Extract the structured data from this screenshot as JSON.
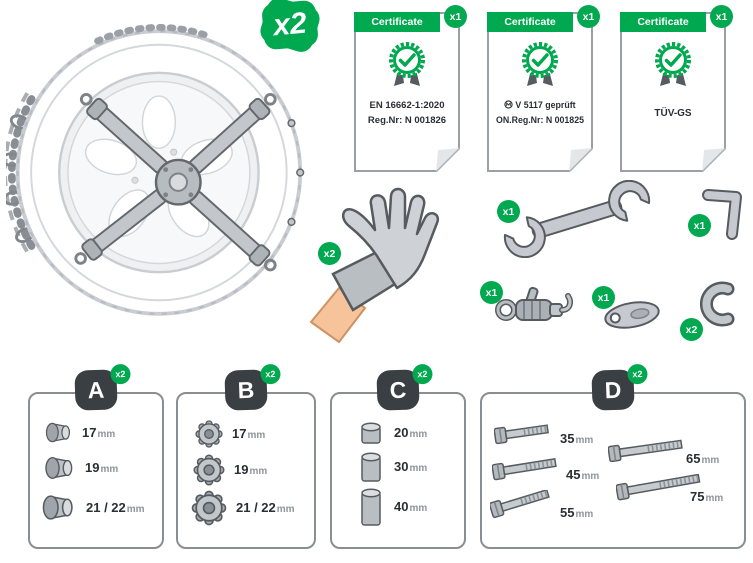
{
  "colors": {
    "accent": "#00a84f",
    "dark": "#3a3f44"
  },
  "chain": {
    "badge": "x2"
  },
  "certificates": [
    {
      "title": "Certificate",
      "badge": "x1",
      "line1": "EN 16662-1:2020",
      "line2": "Reg.Nr: N 001826"
    },
    {
      "title": "Certificate",
      "badge": "x1",
      "line1": "V 5117 geprüft",
      "line2": "ON.Reg.Nr: N 001825"
    },
    {
      "title": "Certificate",
      "badge": "x1",
      "line1": "TÜV-GS",
      "line2": ""
    }
  ],
  "tools": {
    "gloves": {
      "badge": "x2"
    },
    "wrench": {
      "badge": "x1"
    },
    "hex_key": {
      "badge": "x1"
    },
    "tensioner": {
      "badge": "x1"
    },
    "plate": {
      "badge": "x1"
    },
    "hook": {
      "badge": "x2"
    }
  },
  "kits": [
    {
      "label": "A",
      "badge": "x2",
      "items": [
        {
          "size": "17",
          "unit": "mm"
        },
        {
          "size": "19",
          "unit": "mm"
        },
        {
          "size": "21 / 22",
          "unit": "mm"
        }
      ]
    },
    {
      "label": "B",
      "badge": "x2",
      "items": [
        {
          "size": "17",
          "unit": "mm"
        },
        {
          "size": "19",
          "unit": "mm"
        },
        {
          "size": "21 / 22",
          "unit": "mm"
        }
      ]
    },
    {
      "label": "C",
      "badge": "x2",
      "items": [
        {
          "size": "20",
          "unit": "mm"
        },
        {
          "size": "30",
          "unit": "mm"
        },
        {
          "size": "40",
          "unit": "mm"
        }
      ]
    },
    {
      "label": "D",
      "badge": "x2",
      "items": [
        {
          "size": "35",
          "unit": "mm"
        },
        {
          "size": "45",
          "unit": "mm"
        },
        {
          "size": "55",
          "unit": "mm"
        },
        {
          "size": "65",
          "unit": "mm"
        },
        {
          "size": "75",
          "unit": "mm"
        }
      ]
    }
  ]
}
